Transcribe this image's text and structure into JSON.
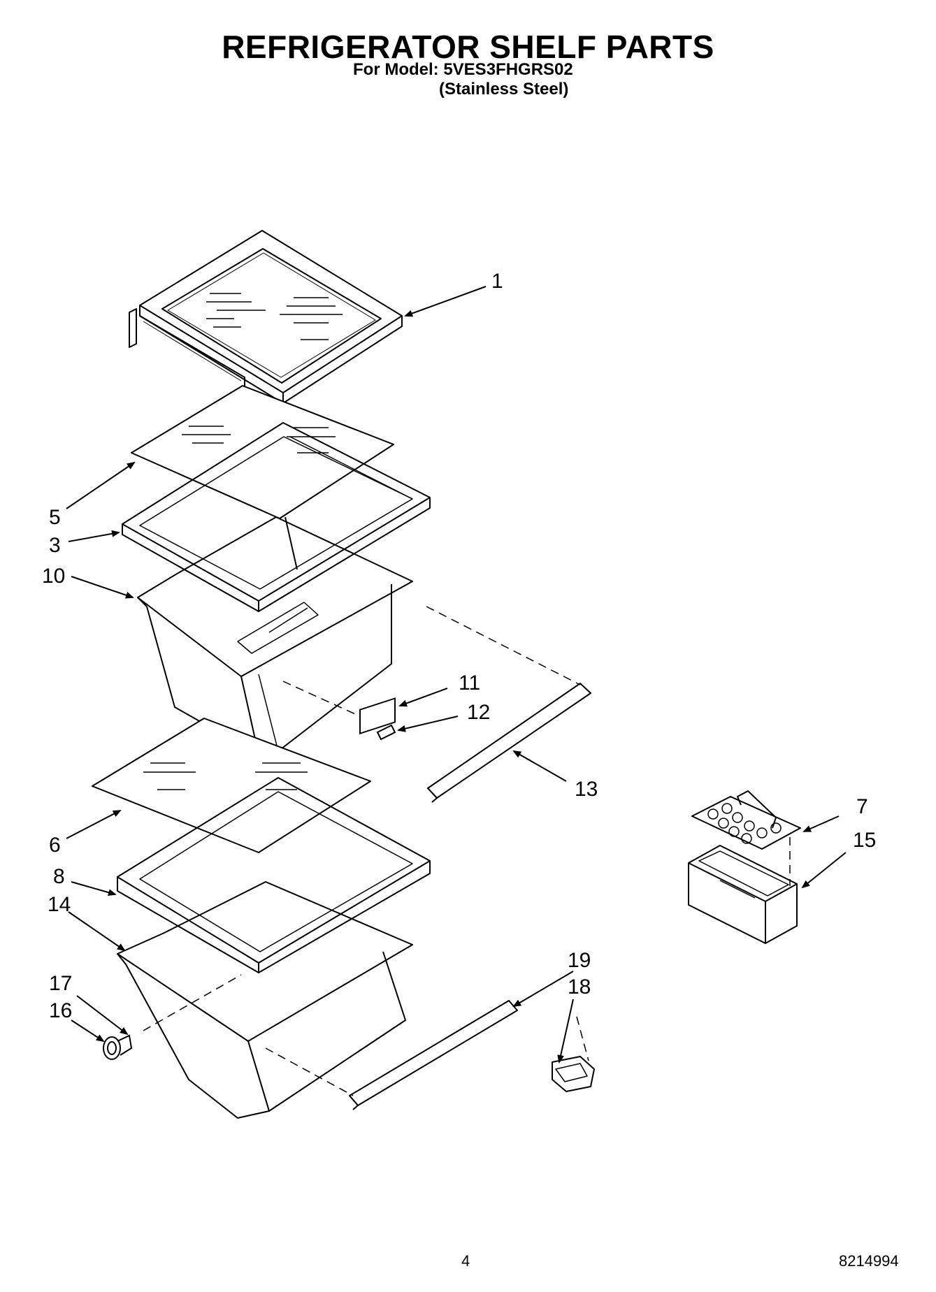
{
  "header": {
    "title": "REFRIGERATOR SHELF PARTS",
    "model_line": "For Model: 5VES3FHGRS02",
    "finish_line": "(Stainless Steel)"
  },
  "callouts": [
    "1",
    "5",
    "3",
    "10",
    "11",
    "12",
    "13",
    "7",
    "15",
    "6",
    "8",
    "14",
    "17",
    "16",
    "19",
    "18"
  ],
  "footer": {
    "page_number": "4",
    "document_number": "8214994"
  }
}
